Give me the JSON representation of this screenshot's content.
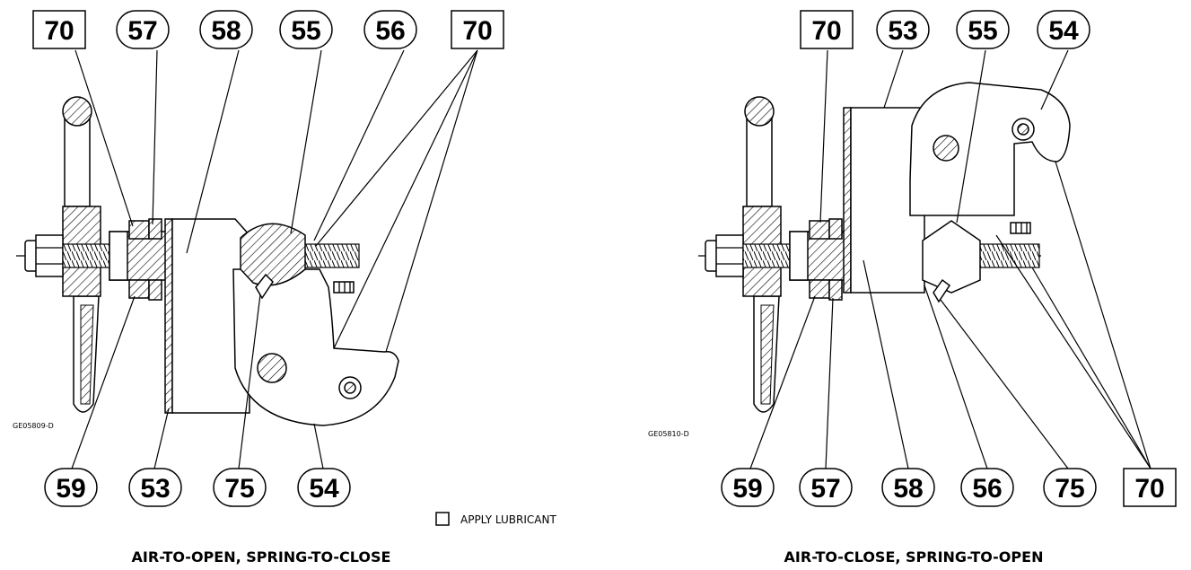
{
  "left_view": {
    "top_callouts": [
      {
        "label": "70",
        "shape": "square"
      },
      {
        "label": "57",
        "shape": "circle"
      },
      {
        "label": "58",
        "shape": "circle"
      },
      {
        "label": "55",
        "shape": "circle"
      },
      {
        "label": "56",
        "shape": "circle"
      },
      {
        "label": "70",
        "shape": "square"
      }
    ],
    "bottom_callouts": [
      {
        "label": "59",
        "shape": "circle"
      },
      {
        "label": "53",
        "shape": "circle"
      },
      {
        "label": "75",
        "shape": "circle"
      },
      {
        "label": "54",
        "shape": "circle"
      }
    ],
    "drawing_id": "GE05809-D",
    "caption": "AIR-TO-OPEN, SPRING-TO-CLOSE"
  },
  "right_view": {
    "top_callouts": [
      {
        "label": "70",
        "shape": "square"
      },
      {
        "label": "53",
        "shape": "circle"
      },
      {
        "label": "55",
        "shape": "circle"
      },
      {
        "label": "54",
        "shape": "circle"
      }
    ],
    "bottom_callouts": [
      {
        "label": "59",
        "shape": "circle"
      },
      {
        "label": "57",
        "shape": "circle"
      },
      {
        "label": "58",
        "shape": "circle"
      },
      {
        "label": "56",
        "shape": "circle"
      },
      {
        "label": "75",
        "shape": "circle"
      },
      {
        "label": "70",
        "shape": "square"
      }
    ],
    "drawing_id": "GE05810-D",
    "caption": "AIR-TO-CLOSE, SPRING-TO-OPEN"
  },
  "legend": {
    "label": "APPLY LUBRICANT",
    "symbol": "square-outline"
  }
}
